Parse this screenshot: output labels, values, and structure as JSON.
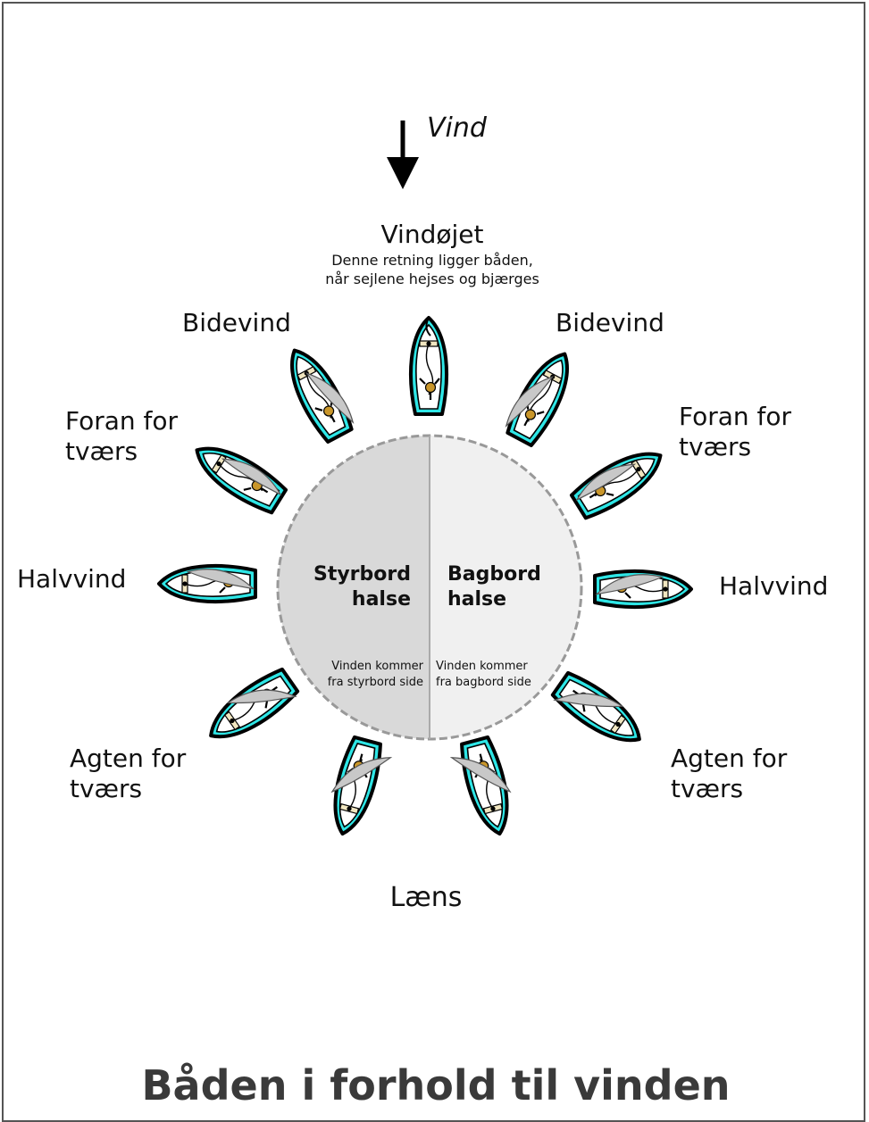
{
  "wind": {
    "label": "Vind"
  },
  "eye": {
    "title": "Vindøjet",
    "sub1": "Denne retning ligger båden,",
    "sub2": "når sejlene hejses og bjærges"
  },
  "left": {
    "bidevind": "Bidevind",
    "foran1": "Foran for",
    "foran2": "tværs",
    "halvvind": "Halvvind",
    "agten1": "Agten for",
    "agten2": "tværs"
  },
  "right": {
    "bidevind": "Bidevind",
    "foran1": "Foran for",
    "foran2": "tværs",
    "halvvind": "Halvvind",
    "agten1": "Agten for",
    "agten2": "tværs"
  },
  "bottom": {
    "laens": "Læns"
  },
  "center": {
    "styrbord1": "Styrbord",
    "styrbord2": "halse",
    "styrbord_sub1": "Vinden kommer",
    "styrbord_sub2": "fra styrbord side",
    "bagbord1": "Bagbord",
    "bagbord2": "halse",
    "bagbord_sub1": "Vinden kommer",
    "bagbord_sub2": "fra bagbord side"
  },
  "title": "Båden i forhold til vinden",
  "colors": {
    "hull": "#2ee6e6",
    "sail": "#c8c8c8",
    "styrbord_fill": "#d9d9d9",
    "bagbord_fill": "#f0f0f0",
    "seat": "#f1e6c0",
    "sailor": "#c9962a"
  }
}
